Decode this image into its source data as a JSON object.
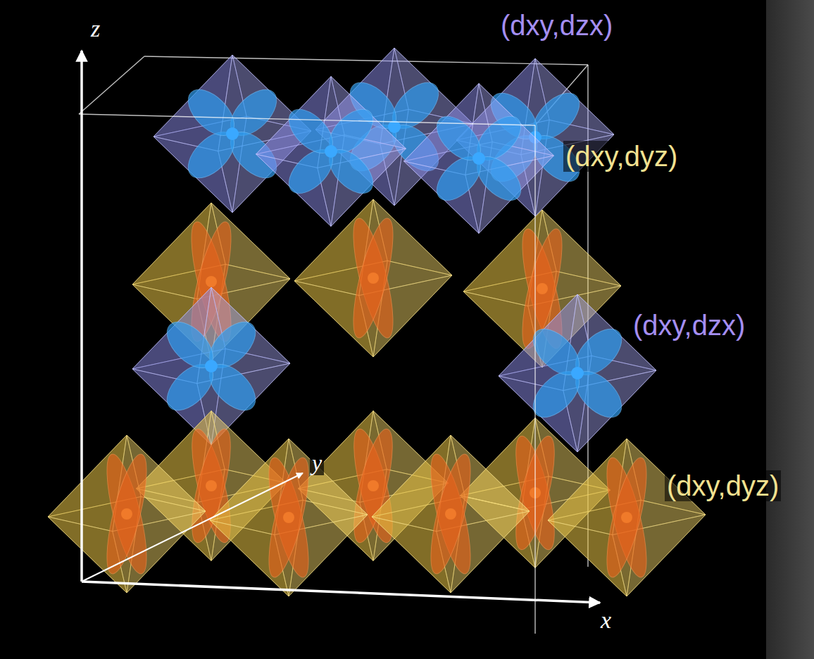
{
  "diagram": {
    "labels": [
      "z",
      "(dxy,dzx)",
      "(dxy,dyz)",
      "(dxy,dzx)",
      "y",
      "(dxy,dyz)",
      "x"
    ]
  }
}
